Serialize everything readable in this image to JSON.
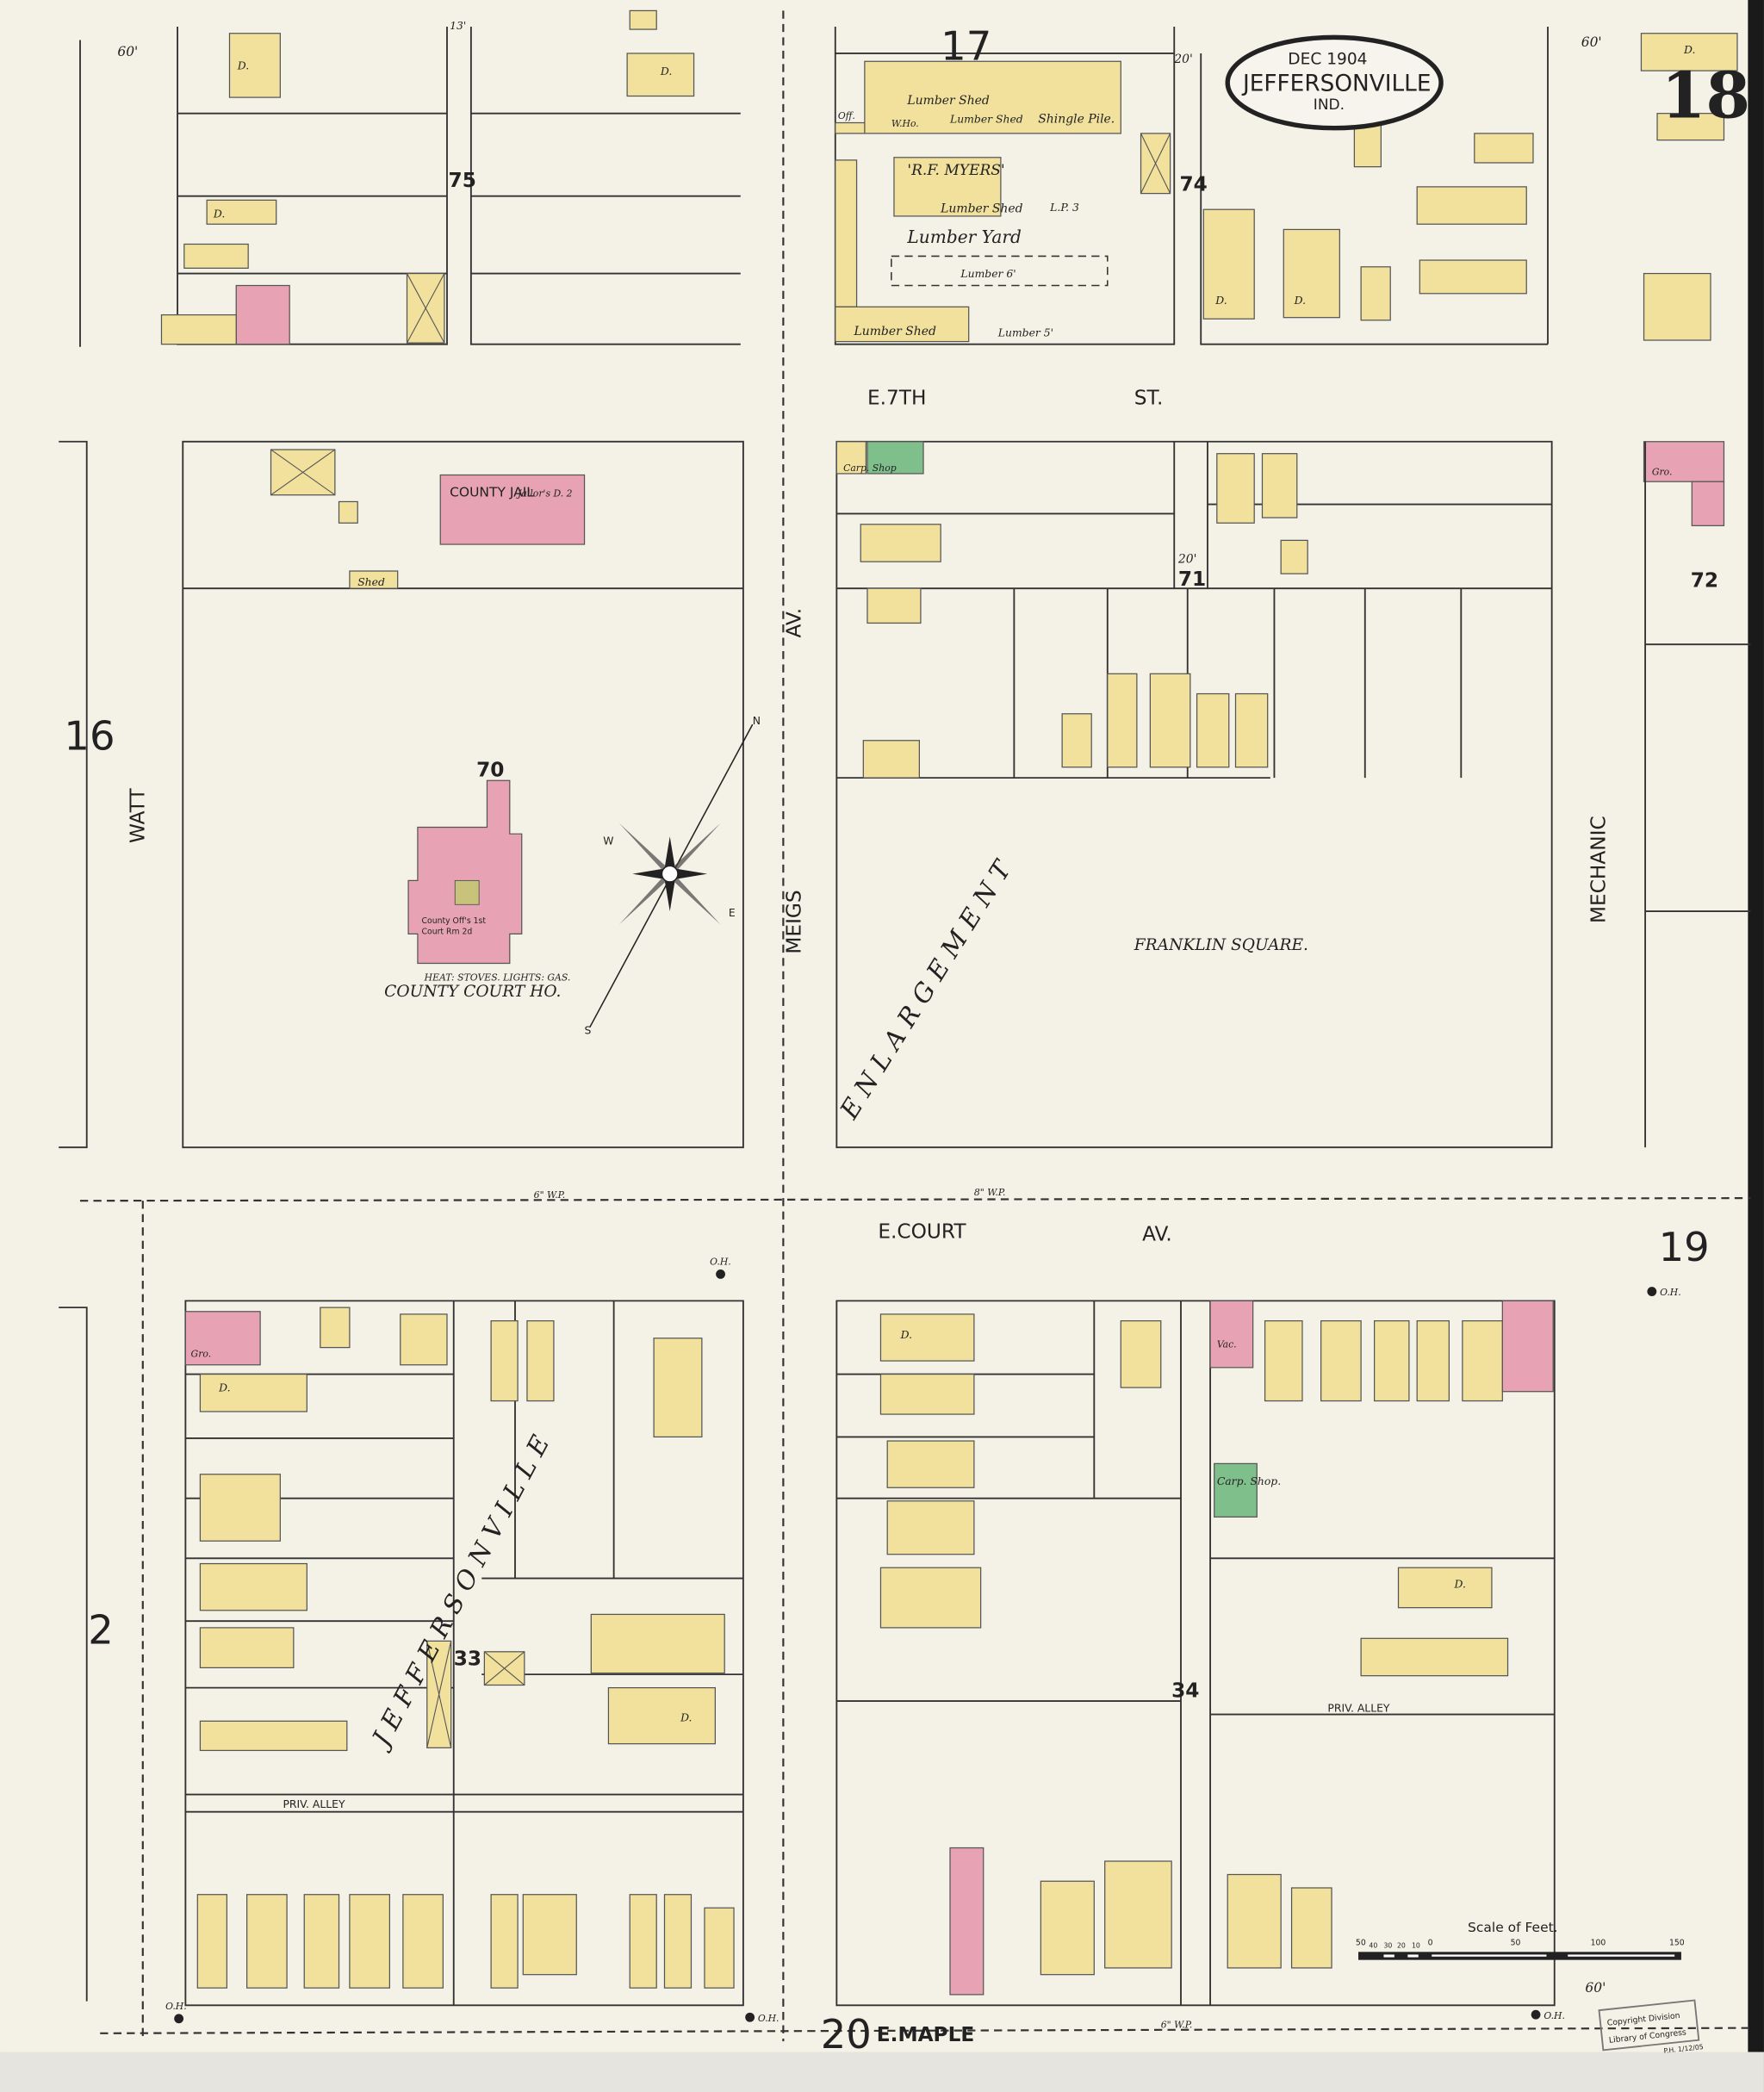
{
  "title": {
    "date": "DEC 1904",
    "city": "JEFFERSONVILLE",
    "state": "IND."
  },
  "sheet_number": "18",
  "adjacent_sheets": {
    "top": "17",
    "left_upper": "16",
    "left_lower": "2",
    "right": "19",
    "bottom": "20"
  },
  "blocks": {
    "b75": "75",
    "b74": "74",
    "b70": "70",
    "b71": "71",
    "b72": "72",
    "b33": "33",
    "b34": "34"
  },
  "streets": {
    "seventh_a": "E.7TH",
    "seventh_b": "ST.",
    "meigs": "MEIGS",
    "meigs_av": "AV.",
    "watt": "WATT",
    "mechanic": "MECHANIC",
    "court_a": "E.COURT",
    "court_b": "AV.",
    "maple": "E.MAPLE",
    "priv_alley": "PRIV. ALLEY"
  },
  "overlay_words": {
    "enlargement": "E N L A R G E M E N T",
    "jeffersonville": "J E F F E R S O N V I L L E"
  },
  "places": {
    "franklin_square": "FRANKLIN SQUARE.",
    "county_jail": "COUNTY JAIL",
    "jailors": "Jailor's D. 2",
    "court_house": "COUNTY COURT HO.",
    "court_house_notes": "HEAT: STOVES. LIGHTS: GAS.",
    "court_offices": "County Off's 1st",
    "court_room": "Court Rm 2d",
    "myers": "'R.F. MYERS'",
    "lumber_yard": "Lumber Yard",
    "lumber_shed": "Lumber Shed",
    "lumber_shed_2": "Lumber Shed",
    "lumber_shed_3": "Lumber Shed",
    "lumber_shed_4": "Lumber Shed",
    "shingle_pile": "Shingle Pile.",
    "lumber_6": "Lumber 6'",
    "lumber_5": "Lumber 5'",
    "lp3": "L.P. 3",
    "office": "Off.",
    "warehouse": "W.Ho.",
    "carp_shop": "Carp. Shop",
    "carp_shop_2": "Carp. Shop.",
    "shed": "Shed",
    "gro": "Gro.",
    "vac": "Vac.",
    "dwelling": "D."
  },
  "dimensions": {
    "w60": "60'",
    "w20": "20'",
    "w13": "13'"
  },
  "water_pipes": {
    "court": "8\" W.P.",
    "court_w": "6\" W.P.",
    "maple": "6\" W.P."
  },
  "hydrant": "O.H.",
  "scale": {
    "title": "Scale of Feet.",
    "ticks": [
      "50",
      "40",
      "30",
      "20",
      "10",
      "0",
      "50",
      "100",
      "150"
    ]
  },
  "stamp": {
    "line1": "Copyright Division",
    "line2": "Library of Congress",
    "note": "P.H. 1/12/05"
  },
  "compass": {
    "n": "N",
    "s": "S",
    "e": "E",
    "w": "W"
  },
  "colors": {
    "paper": "#f4f1e6",
    "frame": "#fbfaf3",
    "frame_brick": "#e7a3b3",
    "special": "#7fbf8c"
  }
}
